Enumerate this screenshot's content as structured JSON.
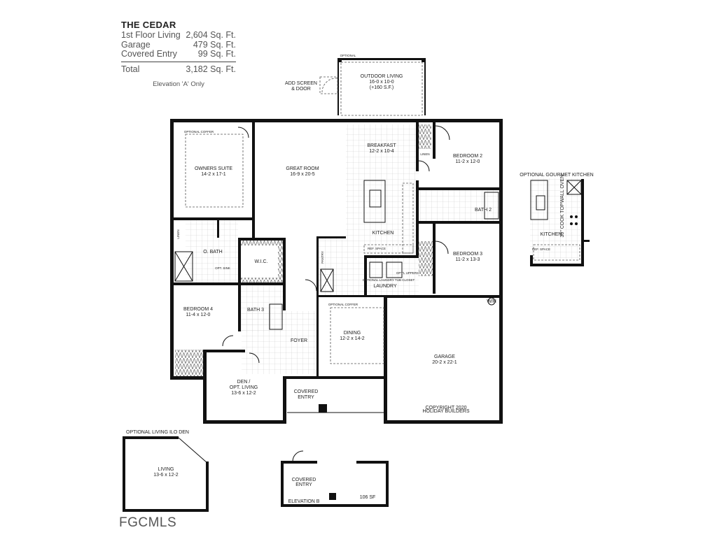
{
  "summary": {
    "title": "THE CEDAR",
    "rows": [
      {
        "label": "1st Floor Living",
        "value": "2,604 Sq. Ft."
      },
      {
        "label": "Garage",
        "value": "479 Sq. Ft."
      },
      {
        "label": "Covered Entry",
        "value": "99 Sq. Ft."
      }
    ],
    "total": {
      "label": "Total",
      "value": "3,182 Sq. Ft."
    },
    "note": "Elevation 'A' Only"
  },
  "outdoor": {
    "optional": "OPTIONAL",
    "name": "OUTDOOR LIVING",
    "dims": "16-0 x 10-0",
    "area": "(+160 S.F.)",
    "screen1": "ADD SCREEN",
    "screen2": "& DOOR"
  },
  "rooms": {
    "owners_coffer": "OPTIONAL COFFER",
    "owners": {
      "name": "OWNERS SUITE",
      "dims": "14-2 x 17-1"
    },
    "great": {
      "name": "GREAT ROOM",
      "dims": "16-9 x 20-5"
    },
    "breakfast": {
      "name": "BREAKFAST",
      "dims": "12-2 x 10-4"
    },
    "bed2": {
      "name": "BEDROOM 2",
      "dims": "11-2 x 12-0"
    },
    "linen": "LINEN",
    "linen2": "LINEN",
    "bath2": "BATH 2",
    "kitchen": "KITCHEN",
    "ref": "REF. SPACE",
    "bed3": {
      "name": "BEDROOM 3",
      "dims": "11-2 x 13-3"
    },
    "laundry": "LAUNDRY",
    "laundry_opt": "OPTIONAL LAUNDRY TUB CLOSET",
    "opt_uppers": "OPT'L UPPERS",
    "pantry": "PANTRY",
    "obath": "O. BATH",
    "opt_sink": "OPT. SINK",
    "wic": "W.I.C.",
    "bed4": {
      "name": "BEDROOM 4",
      "dims": "11-4 x 12-0"
    },
    "bath3": "BATH 3",
    "foyer": "FOYER",
    "dining_coffer": "OPTIONAL COFFER",
    "dining": {
      "name": "DINING",
      "dims": "12-2 x 14-2"
    },
    "garage": {
      "name": "GARAGE",
      "dims": "20-2 x 22-1"
    },
    "wh": "W/H",
    "copyright1": "COPYRIGHT 2020",
    "copyright2": "HOLIDAY BUILDERS",
    "den": {
      "name": "DEN /",
      "name2": "OPT. LIVING",
      "dims": "13-6 x 12-2"
    },
    "entry": {
      "name": "COVERED",
      "name2": "ENTRY"
    }
  },
  "gourmet": {
    "title": "OPTIONAL GOURMET KITCHEN",
    "kitchen": "KITCHEN",
    "ref": "REF. SPACE",
    "wall_oven": "WALL OVEN",
    "cooktop": "36\" COOK TOP"
  },
  "living_den": {
    "title": "OPTIONAL LIVING ILO DEN",
    "name": "LIVING",
    "dims": "13-6 x 12-2"
  },
  "elev_b": {
    "name": "COVERED",
    "name2": "ENTRY",
    "label": "ELEVATION B",
    "area": "106 SF"
  },
  "watermark": "FGCMLS"
}
